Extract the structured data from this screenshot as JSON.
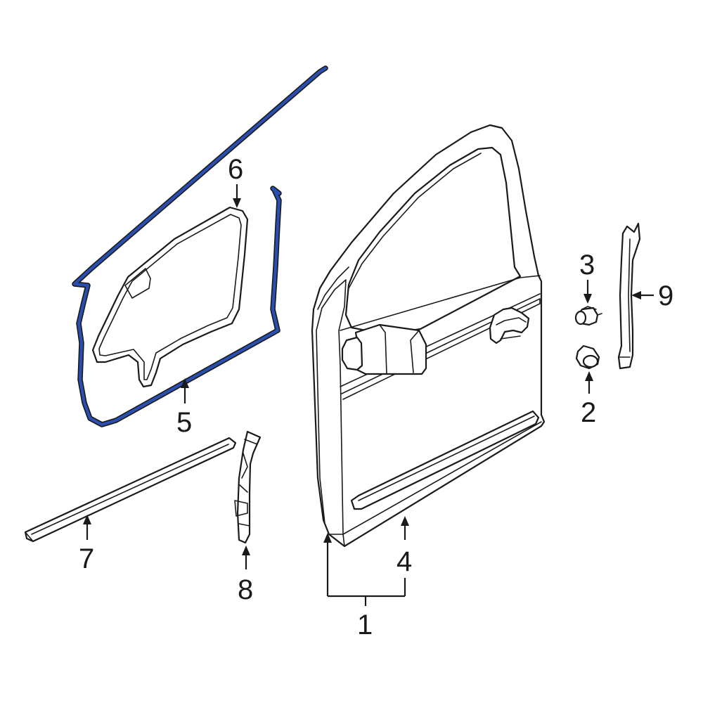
{
  "diagram": {
    "accent_color": "#2a4fb0",
    "callouts": [
      {
        "id": "1",
        "label": "1"
      },
      {
        "id": "2",
        "label": "2"
      },
      {
        "id": "3",
        "label": "3"
      },
      {
        "id": "4",
        "label": "4"
      },
      {
        "id": "5",
        "label": "5"
      },
      {
        "id": "6",
        "label": "6"
      },
      {
        "id": "7",
        "label": "7"
      },
      {
        "id": "8",
        "label": "8"
      },
      {
        "id": "9",
        "label": "9"
      }
    ]
  }
}
